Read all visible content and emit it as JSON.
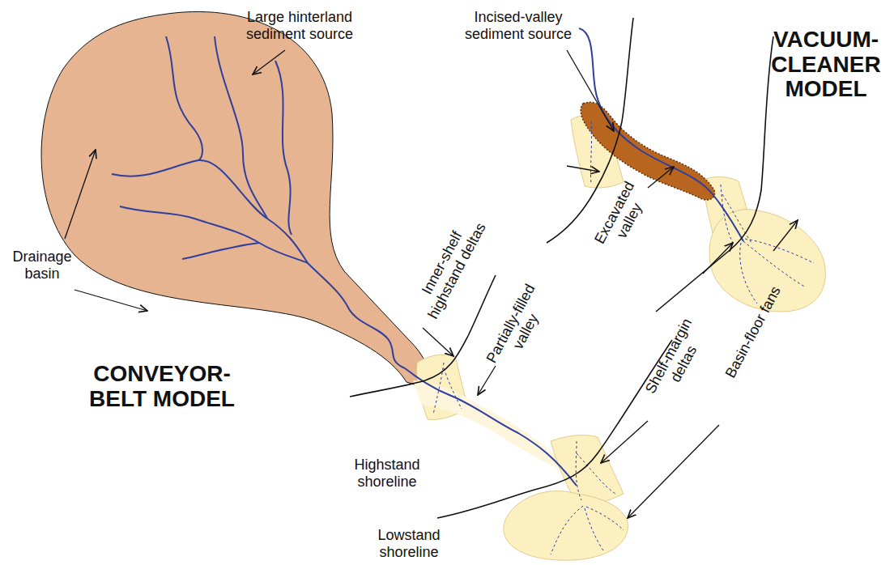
{
  "diagram": {
    "labels": [
      "Large hinterland sediment source",
      "Incised-valley sediment source",
      "VACUUM- CLEANER MODEL",
      "Drainage basin",
      "Inner-shelf highstand deltas",
      "Excavated valley",
      "Partially-filled valley",
      "CONVEYOR- BELT MODEL",
      "Shelf-margin deltas",
      "Basin-floor fans",
      "Highstand shoreline",
      "Lowstand shoreline"
    ]
  }
}
